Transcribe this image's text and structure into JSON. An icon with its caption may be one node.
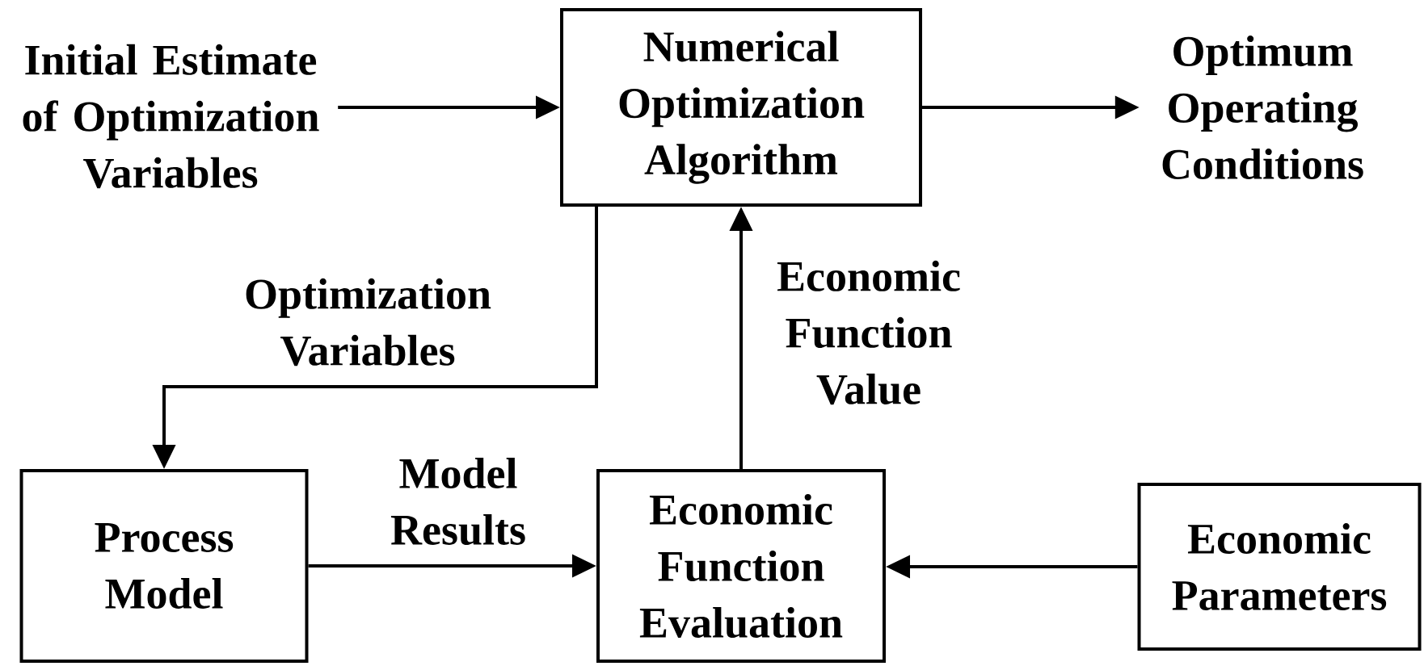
{
  "diagram": {
    "nodes": [
      {
        "text": [
          "Initial Estimate of Optimization Variables"
        ]
      },
      {
        "text": [
          "Numerical Optimization Algorithm"
        ]
      },
      {
        "text": [
          "Optimum Operating Conditions"
        ]
      },
      {
        "text": [
          "Process Model"
        ]
      },
      {
        "text": [
          "Economic Function Evaluation"
        ]
      },
      {
        "text": [
          "Economic Parameters"
        ]
      }
    ],
    "edges": [
      {
        "from": 0,
        "to": 1,
        "arrow": "to"
      },
      {
        "from": 1,
        "to": 2,
        "arrow": "to"
      },
      {
        "from": 1,
        "to": 3,
        "arrow": "to",
        "label": "Optimization Variables"
      },
      {
        "from": 3,
        "to": 4,
        "arrow": "to",
        "label": "Model Results"
      },
      {
        "from": 4,
        "to": 1,
        "arrow": "to",
        "label": "Economic Function Value"
      },
      {
        "from": 5,
        "to": 4,
        "arrow": "to"
      }
    ]
  }
}
